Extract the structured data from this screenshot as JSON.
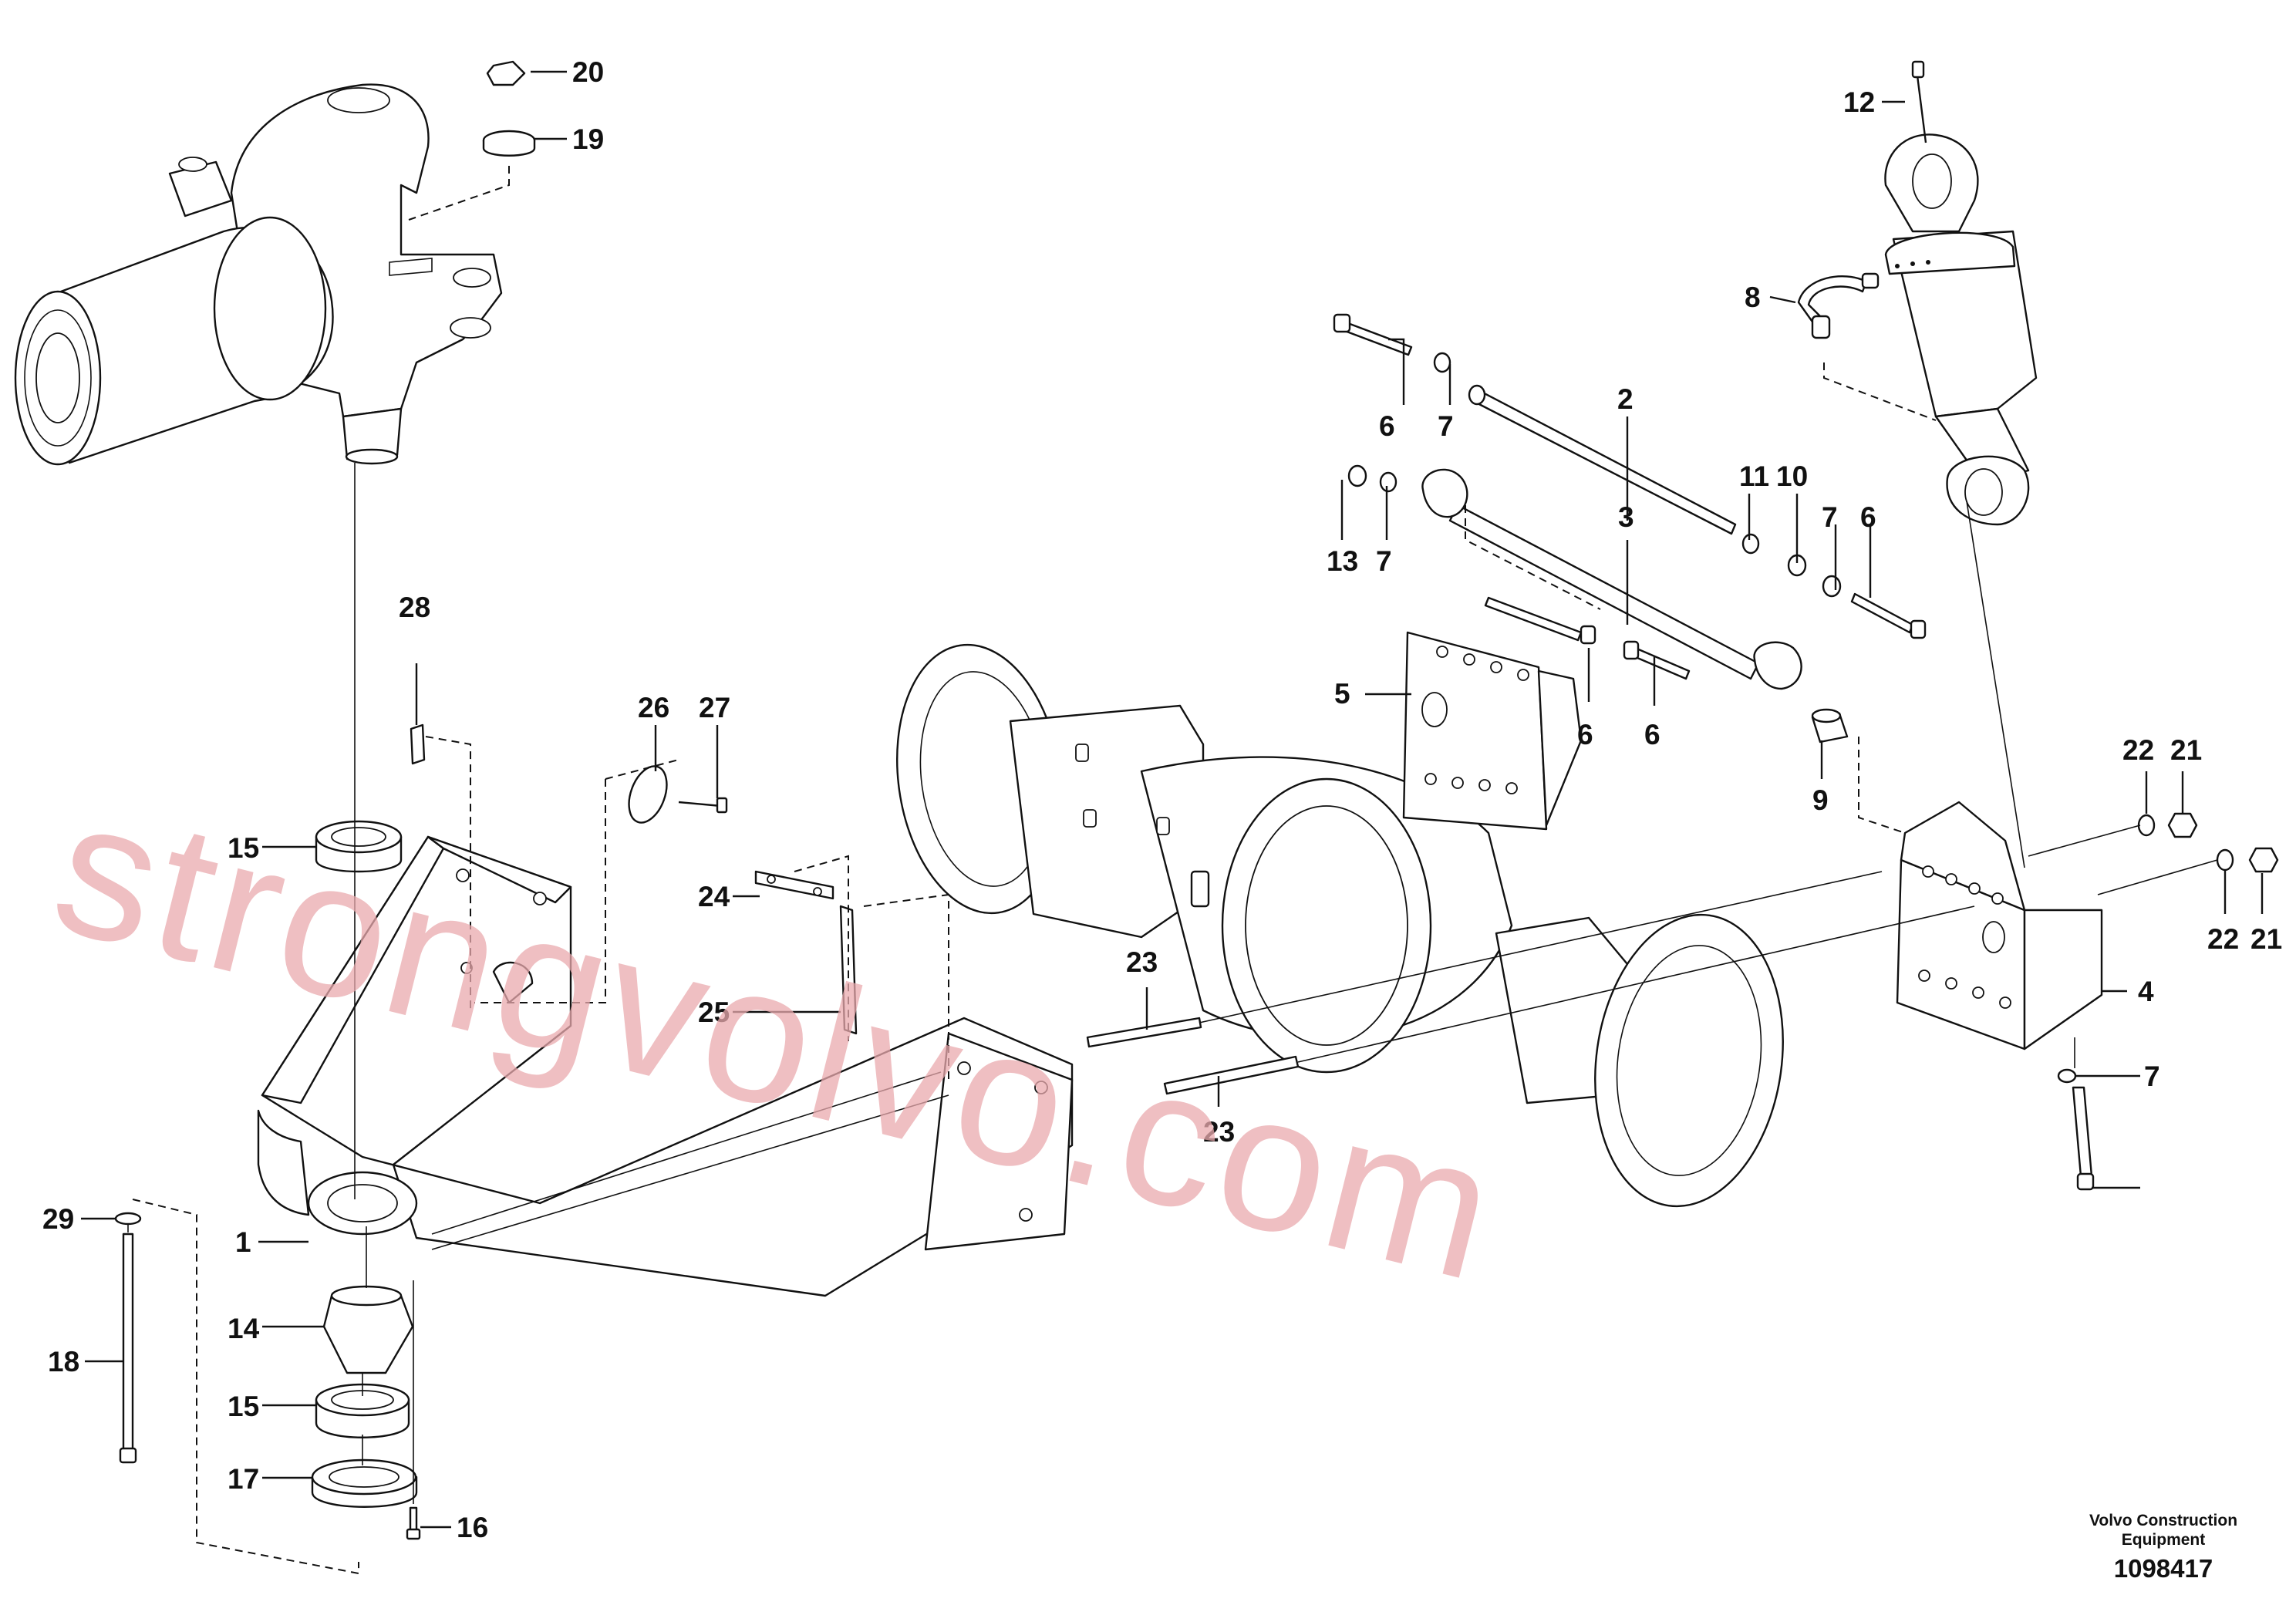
{
  "callouts": {
    "c1": "1",
    "c2": "2",
    "c3": "3",
    "c4": "4",
    "c5": "5",
    "c6a": "6",
    "c6b": "6",
    "c6c": "6",
    "c6d": "6",
    "c7a": "7",
    "c7b": "7",
    "c7c": "7",
    "c7d": "7",
    "c8": "8",
    "c9": "9",
    "c10": "10",
    "c11": "11",
    "c12": "12",
    "c13": "13",
    "c14": "14",
    "c15a": "15",
    "c15b": "15",
    "c16": "16",
    "c17": "17",
    "c18": "18",
    "c19": "19",
    "c20": "20",
    "c21a": "21",
    "c21b": "21",
    "c22a": "22",
    "c22b": "22",
    "c23a": "23",
    "c23b": "23",
    "c24": "24",
    "c25": "25",
    "c26": "26",
    "c27": "27",
    "c28": "28",
    "c29": "29"
  },
  "footer": {
    "company_line1": "Volvo Construction",
    "company_line2": "Equipment",
    "document_number": "1098417"
  },
  "watermark": "strongvolvo.com"
}
